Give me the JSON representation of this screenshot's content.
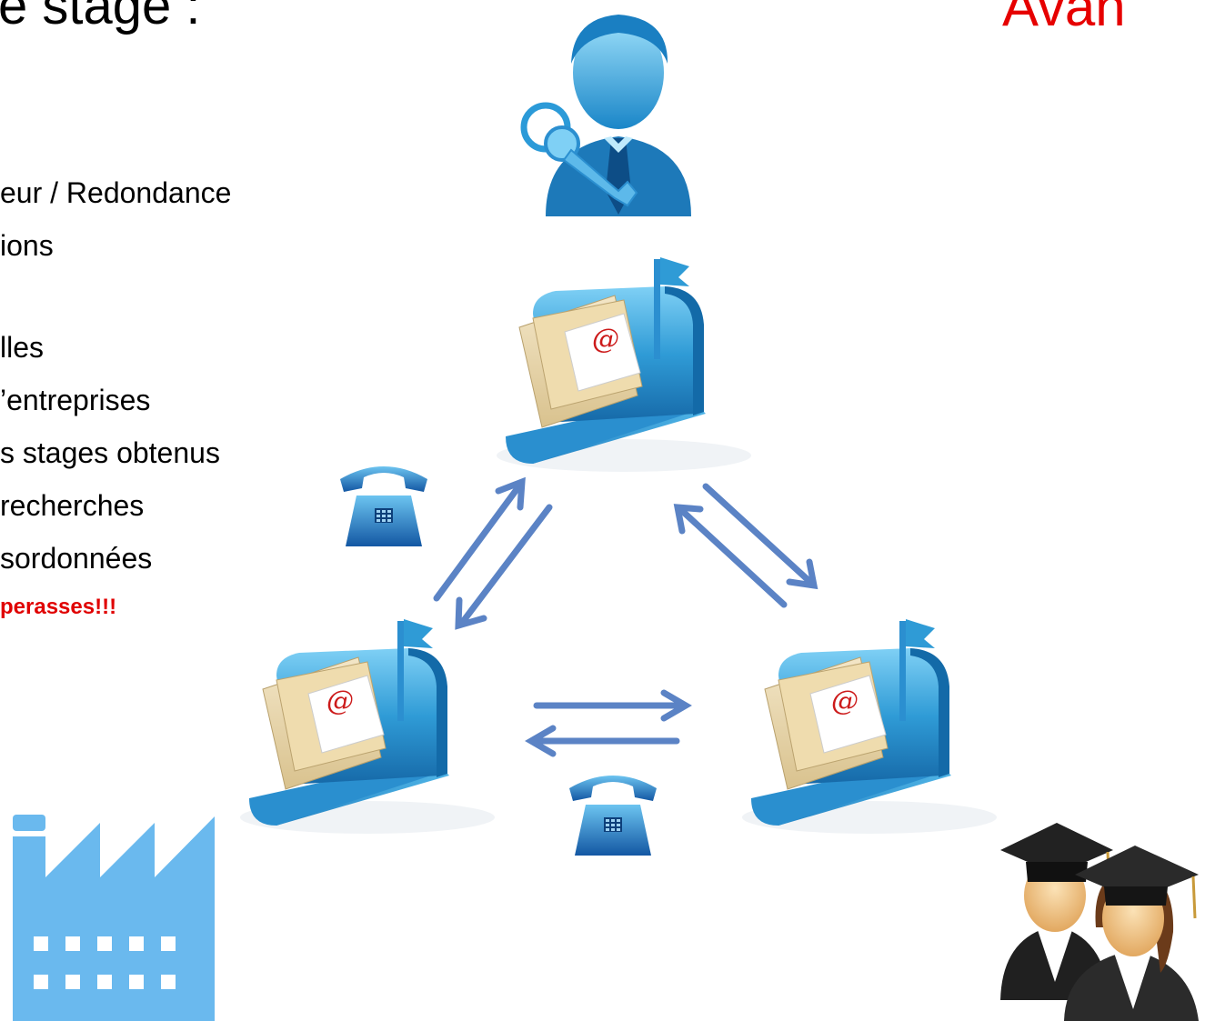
{
  "slide": {
    "title_left": "e stage :",
    "title_right": "Avan",
    "title_right_color": "#e60000"
  },
  "bullets": [
    {
      "text": "eur / Redondance"
    },
    {
      "text": "ions"
    },
    {
      "text": ""
    },
    {
      "text": "lles"
    },
    {
      "text": "’entreprises"
    },
    {
      "text": "s stages obtenus"
    },
    {
      "text": "recherches"
    },
    {
      "text": "sordonnées"
    },
    {
      "text": "perasses!!!",
      "color": "#e00000"
    }
  ],
  "mailbox_label": "@",
  "colors": {
    "arrow": "#5b83c5",
    "mailbox": "#2f9bd6",
    "phone": "#1f78c8",
    "factory": "#6ab9ee"
  },
  "icons": {
    "admin": "admin-user-key-icon",
    "mailbox": "mailbox-icon",
    "phone": "telephone-icon",
    "factory": "factory-icon",
    "students": "graduate-students-icon"
  }
}
